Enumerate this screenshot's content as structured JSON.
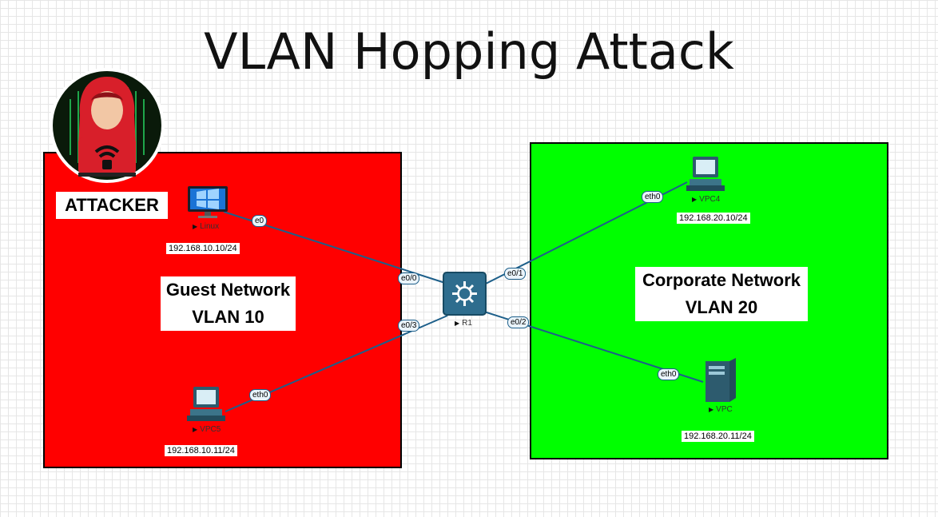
{
  "title": "VLAN Hopping Attack",
  "attacker_label": "ATTACKER",
  "zones": {
    "guest": {
      "name": "Guest Network",
      "vlan": "VLAN 10",
      "color": "#ff0000"
    },
    "corporate": {
      "name": "Corporate Network",
      "vlan": "VLAN 20",
      "color": "#00ff00"
    }
  },
  "nodes": {
    "linux": {
      "name": "Linux",
      "ip": "192.168.10.10/24",
      "icon": "desktop-monitor-icon"
    },
    "vpc5": {
      "name": "VPC5",
      "ip": "192.168.10.11/24",
      "icon": "pc-icon"
    },
    "r1": {
      "name": "R1",
      "icon": "switch-icon"
    },
    "vpc4": {
      "name": "VPC4",
      "ip": "192.168.20.10/24",
      "icon": "pc-icon"
    },
    "vpc": {
      "name": "VPC",
      "ip": "192.168.20.11/24",
      "icon": "server-icon"
    }
  },
  "links": [
    {
      "from": "linux",
      "from_port": "e0",
      "to": "r1",
      "to_port": "e0/0"
    },
    {
      "from": "vpc5",
      "from_port": "eth0",
      "to": "r1",
      "to_port": "e0/3"
    },
    {
      "from": "vpc4",
      "from_port": "eth0",
      "to": "r1",
      "to_port": "e0/1"
    },
    {
      "from": "vpc",
      "from_port": "eth0",
      "to": "r1",
      "to_port": "e0/2"
    }
  ],
  "colors": {
    "link": "#1d5f8a",
    "hood": "#d81f2a"
  }
}
